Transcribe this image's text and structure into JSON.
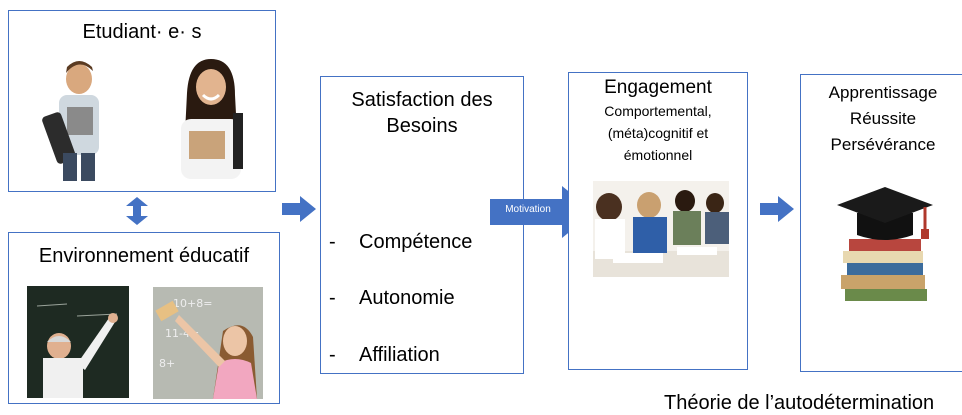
{
  "students": {
    "title": "Etudiant· e· s"
  },
  "environment": {
    "title": "Environnement éducatif"
  },
  "needs": {
    "title_line1": "Satisfaction des",
    "title_line2": "Besoins",
    "items": [
      "Compétence",
      "Autonomie",
      "Affiliation"
    ],
    "bullet": "-"
  },
  "motivation": {
    "label": "Motivation"
  },
  "engagement": {
    "title": "Engagement",
    "sub_line1": "Comportemental,",
    "sub_line2": "(méta)cognitif et",
    "sub_line3": "émotionnel"
  },
  "outcomes": {
    "line1": "Apprentissage",
    "line2": "Réussite",
    "line3": "Persévérance"
  },
  "caption": "Théorie de l’autodétermination",
  "colors": {
    "border": "#4472c4",
    "arrow": "#4472c4"
  },
  "icons": [
    "student-photo",
    "teacher-photo",
    "classroom-photo",
    "graduation-cap-books-icon"
  ]
}
